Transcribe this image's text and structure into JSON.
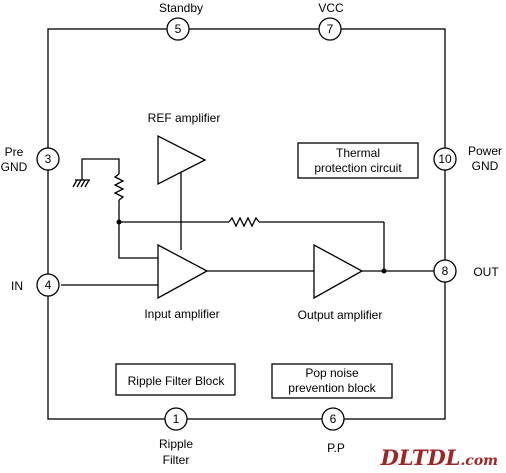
{
  "pins": {
    "standby": {
      "number": "5",
      "label": "Standby"
    },
    "vcc": {
      "number": "7",
      "label": "VCC"
    },
    "pre_gnd": {
      "number": "3",
      "label_line1": "Pre",
      "label_line2": "GND"
    },
    "power_gnd": {
      "number": "10",
      "label_line1": "Power",
      "label_line2": "GND"
    },
    "in": {
      "number": "4",
      "label": "IN"
    },
    "out": {
      "number": "8",
      "label": "OUT"
    },
    "ripple_filter": {
      "number": "1",
      "label_line1": "Ripple",
      "label_line2": "Filter"
    },
    "pp": {
      "number": "6",
      "label": "P.P"
    }
  },
  "blocks": {
    "ref_amplifier": "REF amplifier",
    "input_amplifier": "Input amplifier",
    "output_amplifier": "Output amplifier",
    "thermal_line1": "Thermal",
    "thermal_line2": "protection circuit",
    "ripple_filter_block": "Ripple Filter Block",
    "pop_noise_line1": "Pop noise",
    "pop_noise_line2": "prevention block"
  },
  "watermark": {
    "main": "DLTDL",
    "suffix": ".com",
    "color": "#a02424"
  }
}
